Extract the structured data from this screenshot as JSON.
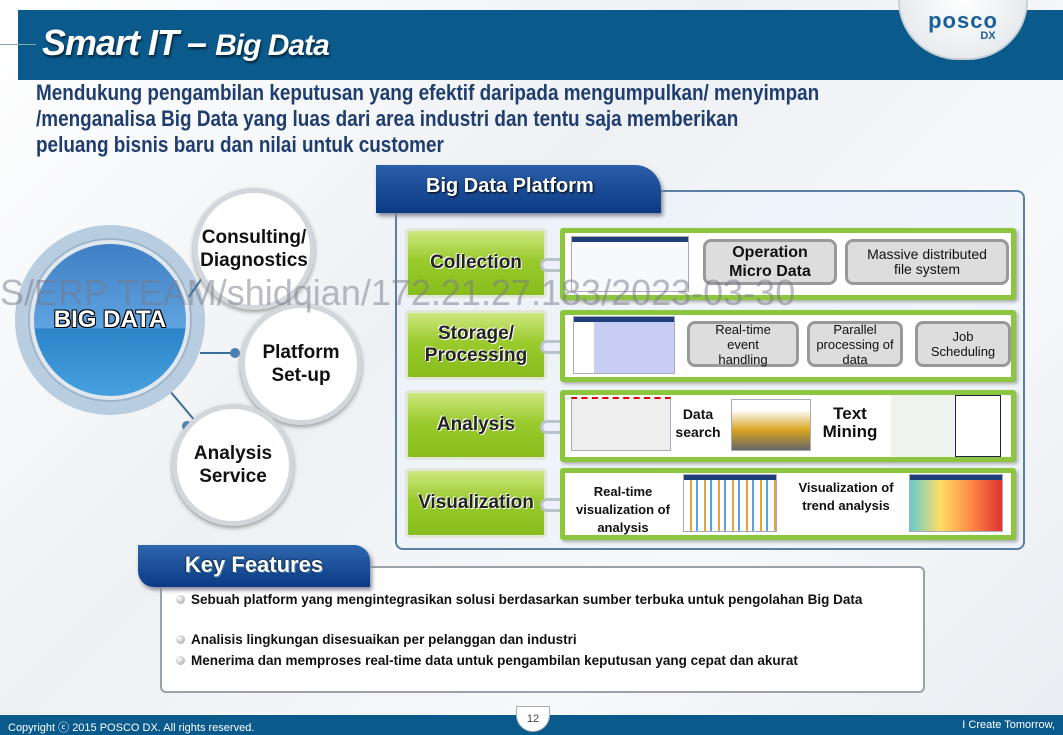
{
  "header": {
    "title_main": "Smart IT – ",
    "title_sub": "Big Data",
    "logo_text": "posco",
    "logo_sub": "DX"
  },
  "subtitle": "Mendukung pengambilan keputusan yang efektif daripada mengumpulkan/ menyimpan\n /menganalisa Big Data yang luas dari area industri dan tentu saja memberikan\n peluang bisnis baru dan nilai untuk customer",
  "watermark": "S/ERP TEAM/shidqian/172.21.27.183/2023-03-30",
  "big_data": {
    "center": "BIG DATA",
    "satellites": [
      "Consulting/ Diagnostics",
      "Platform Set-up",
      "Analysis Service"
    ]
  },
  "platform": {
    "title": "Big Data Platform",
    "rows": [
      {
        "label": "Collection",
        "items": [
          "Operation Micro Data",
          "Massive distributed file system"
        ]
      },
      {
        "label": "Storage/ Processing",
        "items": [
          "Real-time event handling",
          "Parallel processing of data",
          "Job Scheduling"
        ]
      },
      {
        "label": "Analysis",
        "items": [
          "Data search",
          "Text Mining"
        ]
      },
      {
        "label": "Visualization",
        "items": [
          "Real-time visualization of analysis",
          "Visualization of trend analysis"
        ]
      }
    ]
  },
  "key_features": {
    "title": "Key Features",
    "items": [
      "Sebuah platform yang mengintegrasikan solusi berdasarkan sumber terbuka untuk pengolahan Big Data",
      "Analisis lingkungan disesuaikan per pelanggan dan industri",
      "Menerima dan memproses real-time data untuk pengambilan keputusan yang cepat dan akurat"
    ]
  },
  "footer": {
    "copyright": "Copyright ⓒ 2015 POSCO DX. All rights reserved.",
    "page": "12",
    "slogan": "I Create Tomorrow,"
  }
}
